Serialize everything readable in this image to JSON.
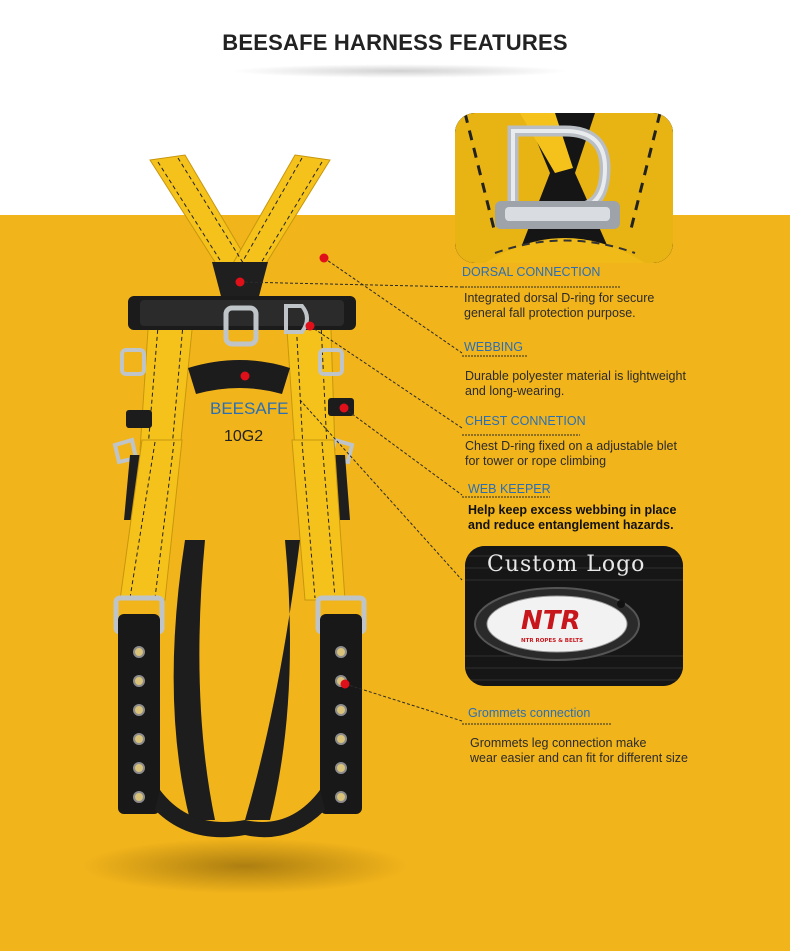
{
  "header": {
    "title": "BEESAFE HARNESS FEATURES"
  },
  "harness": {
    "brand": "BEESAFE",
    "model": "10G2"
  },
  "features": [
    {
      "title": "DORSAL CONNECTION",
      "desc_lines": [
        "Integrated dorsal D-ring for secure",
        "general fall protection purpose."
      ]
    },
    {
      "title": "WEBBING",
      "desc_lines": [
        "Durable polyester material is lightweight",
        "and long-wearing."
      ]
    },
    {
      "title": "CHEST CONNETION",
      "desc_lines": [
        "Chest D-ring fixed on a adjustable blet",
        "for tower or rope climbing"
      ]
    },
    {
      "title": "WEB KEEPER",
      "desc_lines": [
        "Help keep excess webbing in place",
        "and reduce entanglement hazards."
      ]
    },
    {
      "title": "Grommets connection",
      "desc_lines": [
        "Grommets leg connection make",
        "wear easier and can fit for different size"
      ]
    }
  ],
  "logo_photo": {
    "caption": "Custom Logo",
    "badge": "NTR",
    "badge_sub": "NTR ROPES & BELTS"
  },
  "colors": {
    "band": "#f2b41b",
    "webbing": "#f5c21b",
    "strap_black": "#1c1c1c",
    "marker_red": "#e0101a",
    "feature_title": "#2a6fb5"
  }
}
